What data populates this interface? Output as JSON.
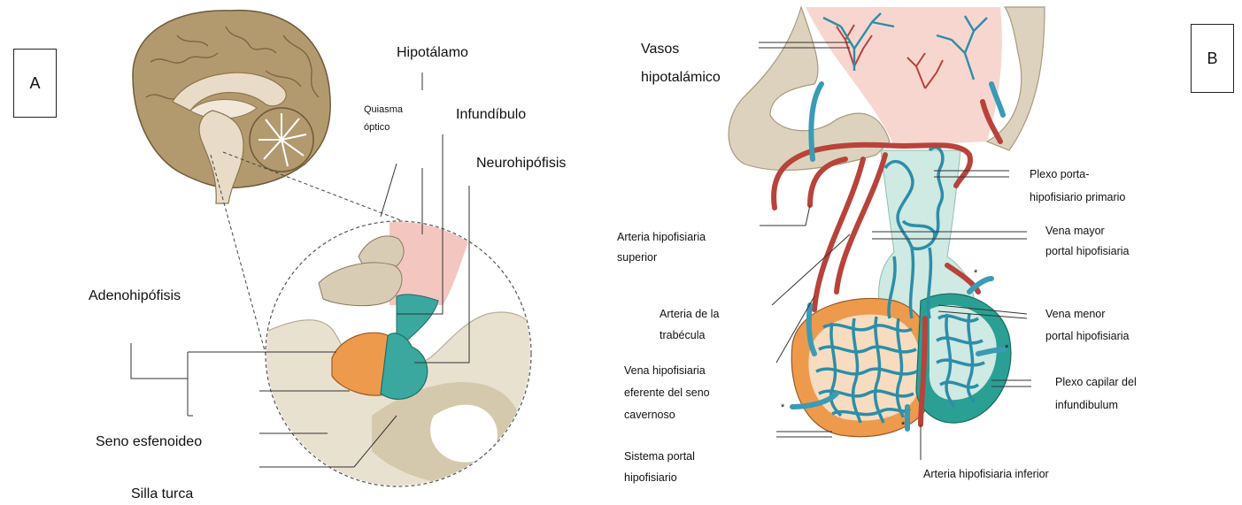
{
  "panel_a": {
    "tag": "A",
    "labels": {
      "hipotalamo": "Hipotálamo",
      "quiasma_1": "Quiasma",
      "quiasma_2": "óptico",
      "infundibulo": "Infundíbulo",
      "neurohipofisis": "Neurohipófisis",
      "adenohipofisis": "Adenohipófisis",
      "seno": "Seno esfenoideo",
      "silla": "Silla turca"
    }
  },
  "panel_b": {
    "tag": "B",
    "labels": {
      "vasos_1": "Vasos",
      "vasos_2": "hipotalámico",
      "plexo_primario_1": "Plexo porta-",
      "plexo_primario_2": "hipofisiario primario",
      "arteria_superior_1": "Arteria hipofisiaria",
      "arteria_superior_2": "superior",
      "vena_mayor_1": "Vena mayor",
      "vena_mayor_2": "portal hipofisiaria",
      "arteria_trabecula_1": "Arteria de la",
      "arteria_trabecula_2": "trabécula",
      "vena_menor_1": "Vena menor",
      "vena_menor_2": "portal hipofisiaria",
      "vena_eferente_1": "Vena hipofisiaria",
      "vena_eferente_2": "eferente del seno",
      "vena_eferente_3": "cavernoso",
      "plexo_capilar_1": "Plexo capilar del",
      "plexo_capilar_2": "infundibulum",
      "sistema_1": "Sistema portal",
      "sistema_2": "hipofisiario",
      "arteria_inferior": "Arteria hipofisiaria inferior",
      "asterisk": "*"
    }
  },
  "colors": {
    "brain": "#b39a6e",
    "brain_inner": "#e8dcc8",
    "hypothalamus": "#f4c6c0",
    "adeno": "#ee9a4d",
    "neuro": "#3aa89e",
    "bone": "#e9e1d0",
    "artery": "#b8433a",
    "vein": "#3a9bb5"
  }
}
